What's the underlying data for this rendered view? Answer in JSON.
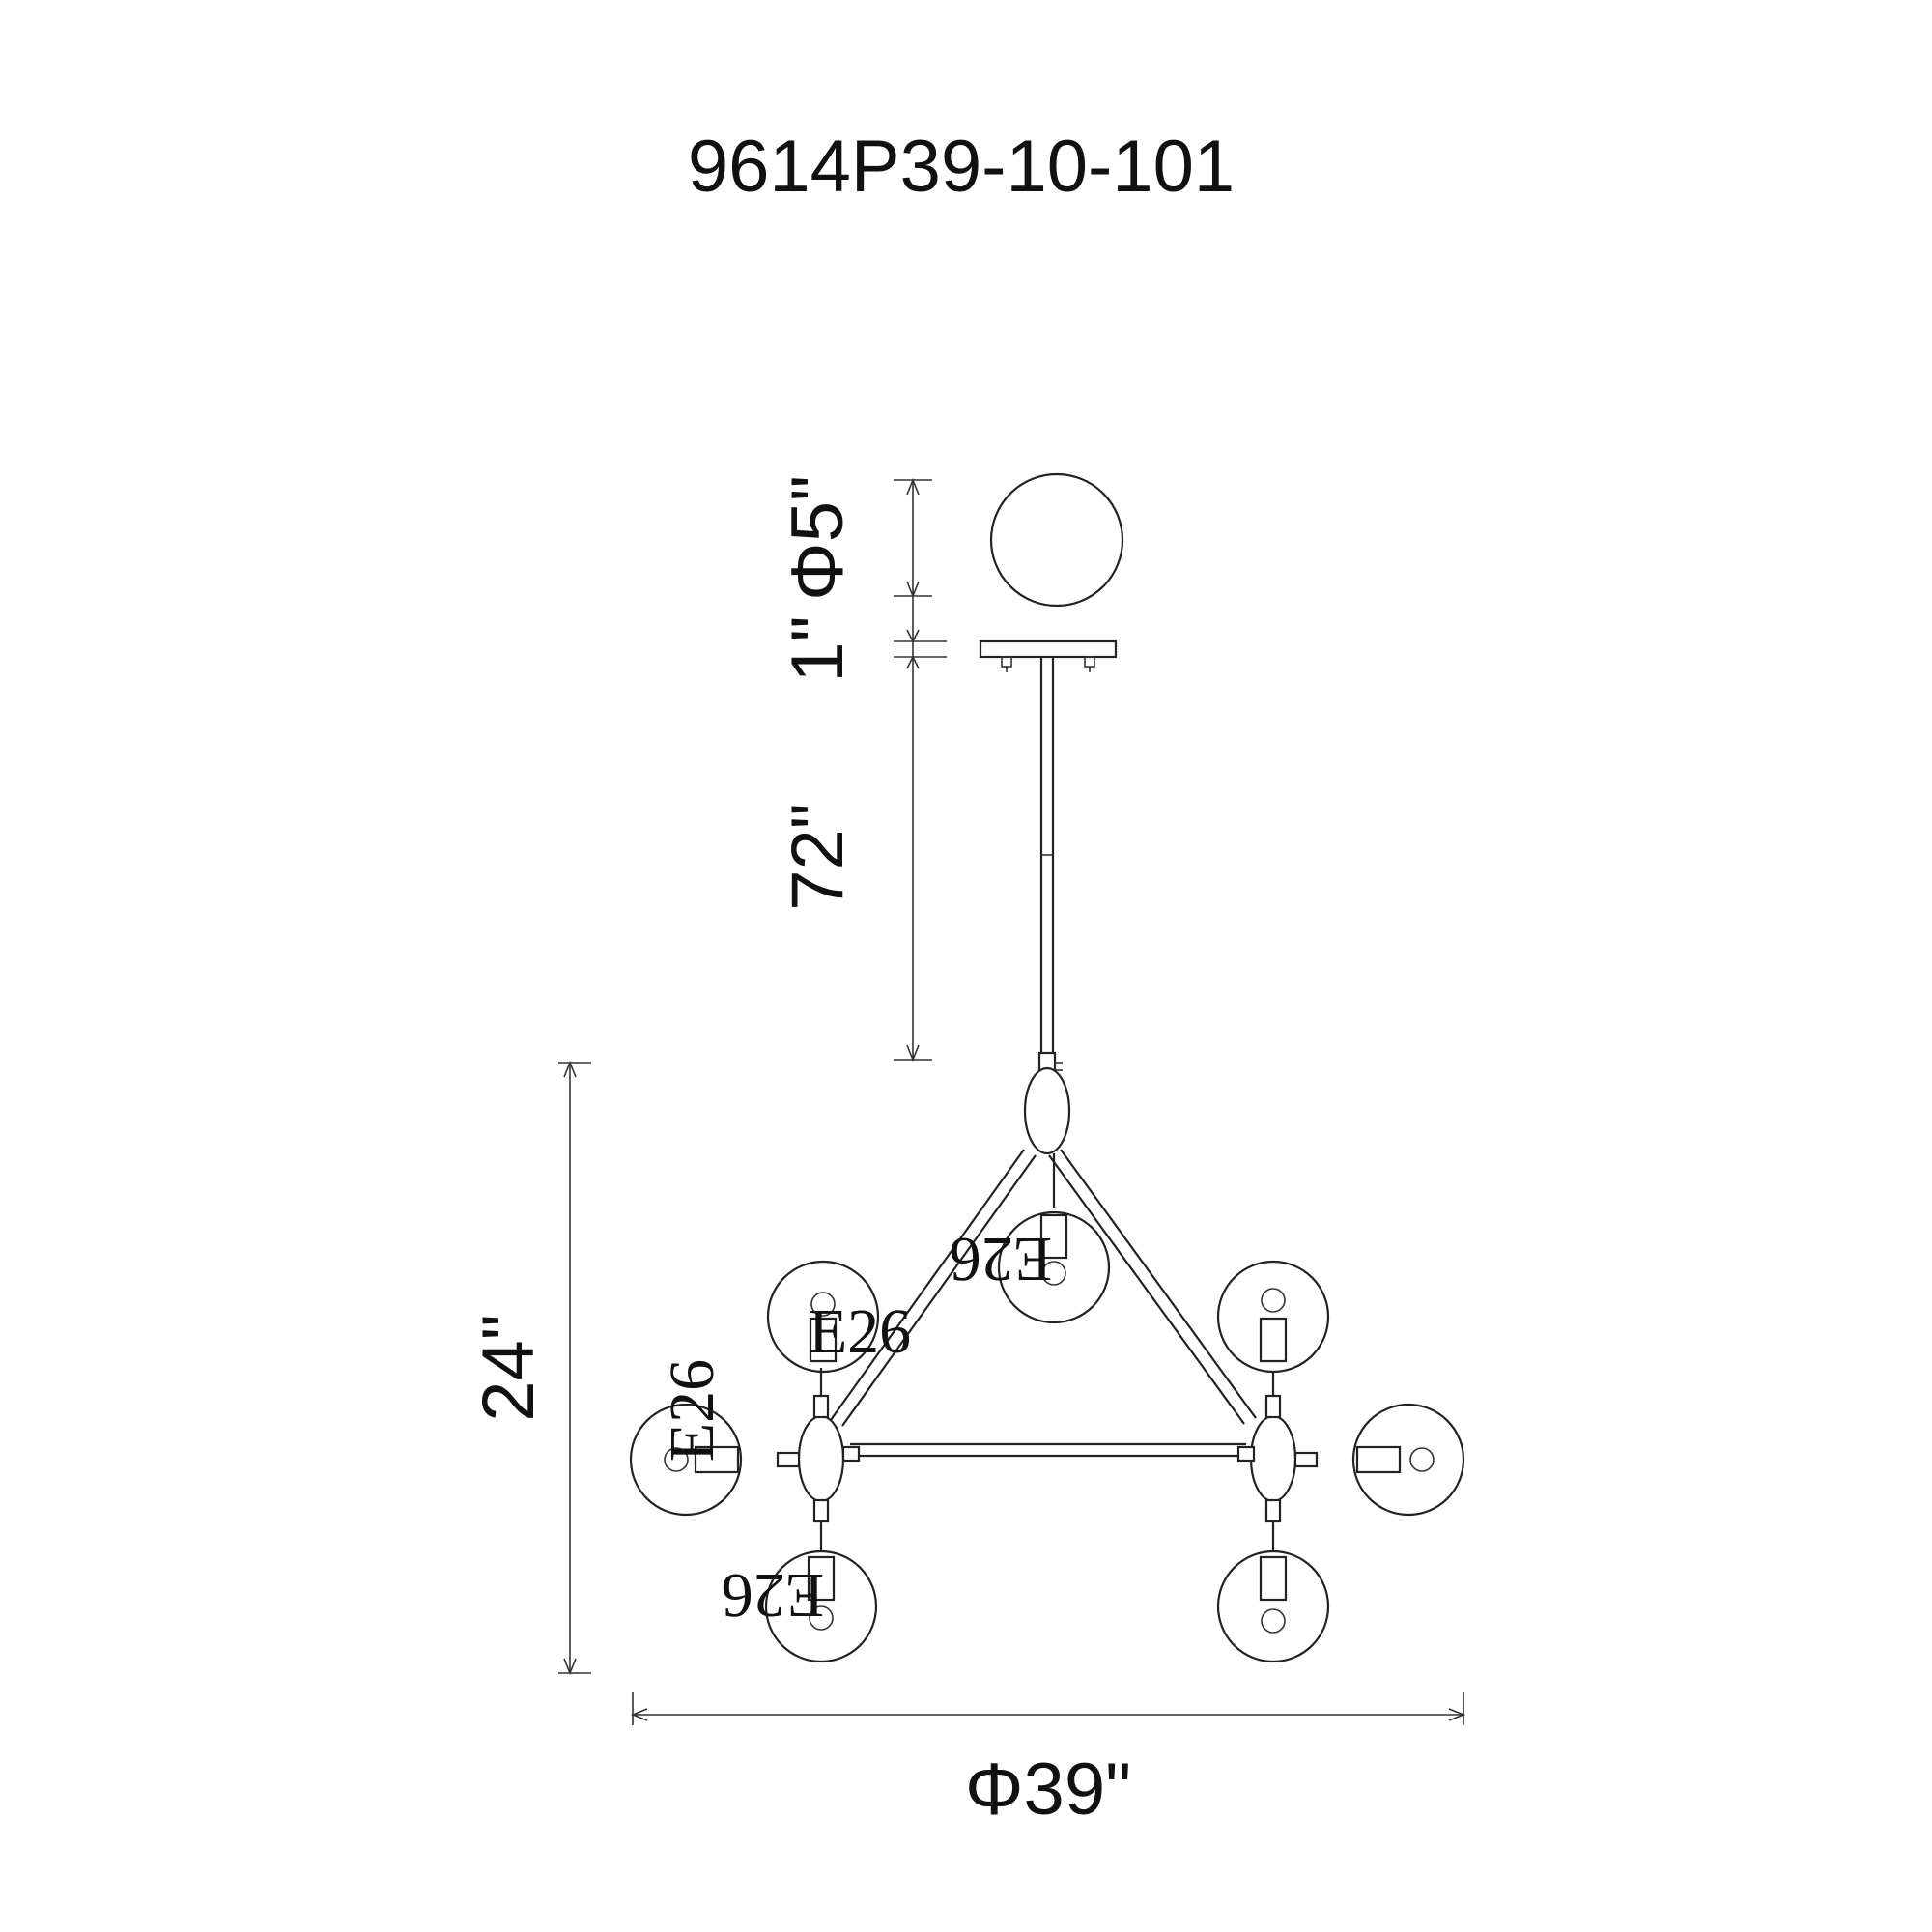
{
  "title": "9614P39-10-101",
  "dimensions": {
    "canopy_diameter": "Φ5\"",
    "canopy_height": "1\"",
    "rod_length": "72\"",
    "fixture_height": "24\"",
    "fixture_diameter": "Φ39\""
  },
  "socket_label": "E26",
  "colors": {
    "line": "#222222",
    "background": "#ffffff"
  }
}
